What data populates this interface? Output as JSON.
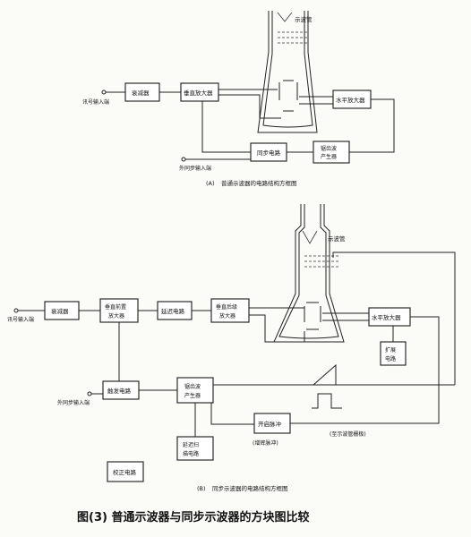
{
  "diagram_a": {
    "crt_label": "示波管",
    "attenuator": "衰减器",
    "vertical_amp": "垂直放大器",
    "horizontal_amp": "水平放大器",
    "sync_circuit": "同步电路",
    "sawtooth_gen_l1": "锯齿波",
    "sawtooth_gen_l2": "产生器",
    "signal_input": "讯号输入端",
    "sync_input": "外同步输入端",
    "caption_tag": "(A)",
    "caption": "普通示波器的电路结构方框图"
  },
  "diagram_b": {
    "crt_label": "示波管",
    "attenuator": "衰减器",
    "pre_amp_l1": "垂直前置",
    "pre_amp_l2": "放大器",
    "delay_line": "延迟电路",
    "post_amp_l1": "垂直后级",
    "post_amp_l2": "放大器",
    "horizontal_amp": "水平放大器",
    "sweep_expand_l1": "扩展",
    "sweep_expand_l2": "电路",
    "trigger_circuit": "触发电路",
    "sawtooth_gen_l1": "锯齿波",
    "sawtooth_gen_l2": "产生器",
    "unblank_pulse": "开启脉冲",
    "gate_pulse_note": "(增辉脉冲)",
    "blanking_note": "(至示波管栅极)",
    "sweep_time_l1": "延迟扫",
    "sweep_time_l2": "描电路",
    "calibrator": "校正电路",
    "signal_input": "讯号输入端",
    "sync_input": "外同步输入端",
    "caption_tag": "(B)",
    "caption": "同步示波器的电路结构方框图"
  },
  "figure_title": "图(3)  普通示波器与同步示波器的方块图比较"
}
